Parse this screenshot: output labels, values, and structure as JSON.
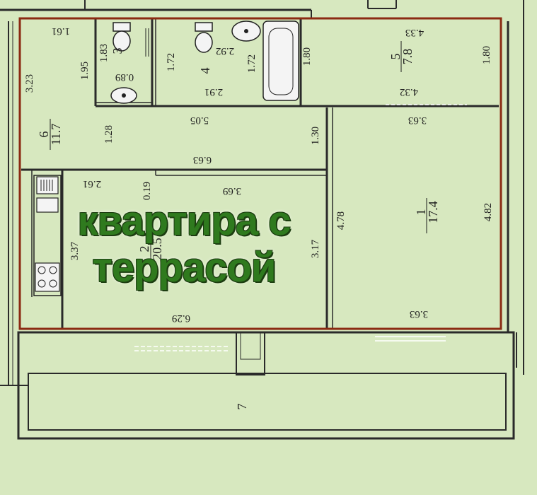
{
  "overlay": {
    "line1": "квартира с",
    "line2": "террасой"
  },
  "rooms": [
    {
      "num": "1",
      "area": "17.4"
    },
    {
      "num": "2",
      "area": "20.5"
    },
    {
      "num": "3",
      "area": "0.89"
    },
    {
      "num": "4",
      "area": "2.92"
    },
    {
      "num": "5",
      "area": "7.8"
    },
    {
      "num": "6",
      "area": "11.7"
    },
    {
      "num": "7",
      "area": ""
    }
  ],
  "dims": {
    "d161_top": "1.61",
    "d323": "3.23",
    "d195": "1.95",
    "d183": "1.83",
    "d172a": "1.72",
    "d172b": "1.72",
    "d180a": "1.80",
    "d433": "4.33",
    "d180b": "1.80",
    "d291": "2.91",
    "d432": "4.32",
    "d505": "5.05",
    "d363_top": "3.63",
    "d128": "1.28",
    "d130": "1.30",
    "d663": "6.63",
    "d261": "2.61",
    "d019": "0.19",
    "d369": "3.69",
    "d478": "4.78",
    "d482": "4.82",
    "d337": "3.37",
    "d317": "3.17",
    "d629": "6.29",
    "d363_bottom": "3.63"
  }
}
